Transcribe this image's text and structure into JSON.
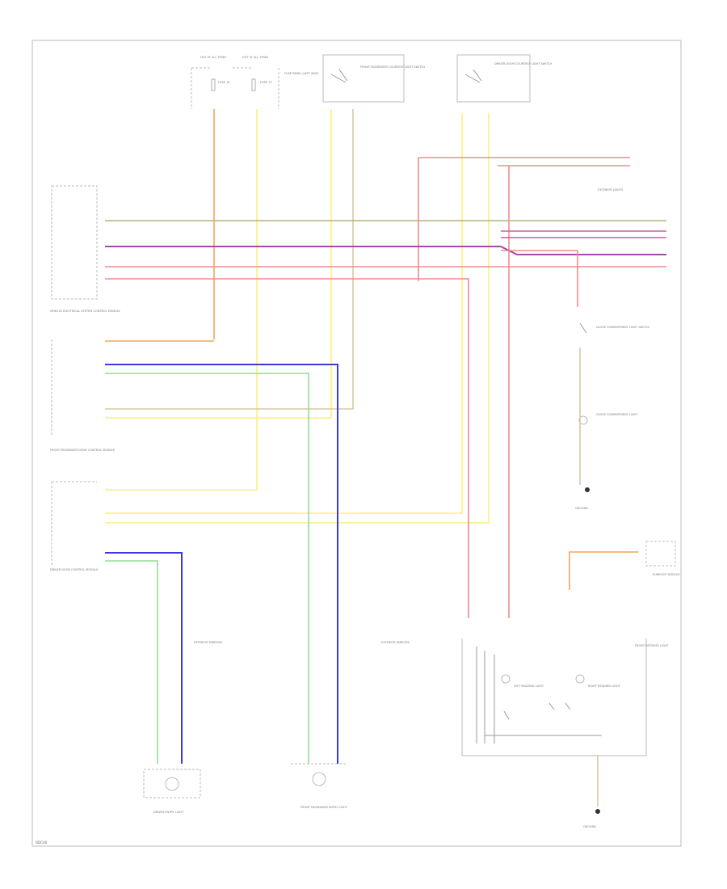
{
  "footer": {
    "code": "ODC46"
  },
  "colors": {
    "orange": "#f7a35c",
    "yellow": "#fbf07a",
    "red": "#f28b8b",
    "olive": "#b9b07a",
    "purple": "#a24aa8",
    "magenta": "#d05aa0",
    "blue": "#3b3bd6",
    "green": "#8fe08f",
    "black": "#333333",
    "tan": "#d8c8a0"
  },
  "labels": {
    "fuse_a_top": "HOT AT ALL TIMES",
    "fuse_a": "FUSE 14",
    "fuse_b_top": "HOT AT ALL TIMES",
    "fuse_b": "FUSE 13",
    "fuse_panel": "FUSE PANEL (LEFT SIDE)",
    "pass_switch": "FRONT PASSENGER COURTESY LIGHT SWITCH",
    "driver_switch": "DRIVER DOOR COURTESY LIGHT SWITCH",
    "exterior_lights": "EXTERIOR LIGHTS",
    "module_left": "VEHICLE ELECTRICAL SYSTEM CONTROL MODULE",
    "module_pass": "FRONT PASSENGER DOOR CONTROL MODULE",
    "module_driver": "DRIVER DOOR CONTROL MODULE",
    "glove_switch": "GLOVE COMPARTMENT LIGHT SWITCH",
    "glove_light": "GLOVE COMPARTMENT LIGHT",
    "ground_g1": "GROUND",
    "sunroof": "SUNROOF MODULE",
    "front_lights": "FRONT INTERIOR LIGHT",
    "left_reading": "LEFT READING LIGHT",
    "right_reading": "RIGHT READING LIGHT",
    "ext_mirror_1": "EXTERIOR MIRRORS",
    "ext_mirror_2": "EXTERIOR MIRRORS",
    "driver_entry": "DRIVER ENTRY LIGHT",
    "pass_entry": "FRONT PASSENGER ENTRY LIGHT",
    "ground_g2": "GROUND"
  }
}
